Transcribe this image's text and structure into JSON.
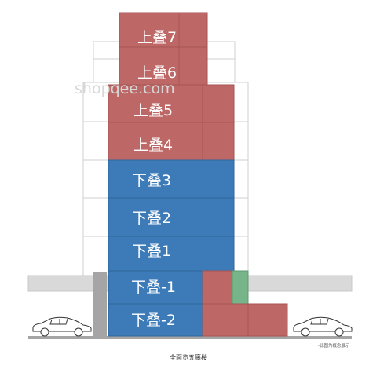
{
  "diagram": {
    "floors": [
      {
        "label": "上叠7",
        "kind": "upper"
      },
      {
        "label": "上叠6",
        "kind": "upper"
      },
      {
        "label": "上叠5",
        "kind": "upper"
      },
      {
        "label": "上叠4",
        "kind": "upper"
      },
      {
        "label": "下叠3",
        "kind": "lower"
      },
      {
        "label": "下叠2",
        "kind": "lower"
      },
      {
        "label": "下叠1",
        "kind": "lower"
      },
      {
        "label": "下叠-1",
        "kind": "lower"
      },
      {
        "label": "下叠-2",
        "kind": "lower"
      }
    ],
    "caption": "全面览五廛楼",
    "note": "-此图为概念展示",
    "watermark": "shopqee.com"
  },
  "colors": {
    "upper": "#bd6766",
    "lower": "#3c7ab8",
    "green_accent": "#78b489",
    "ground": "#a5a5a5",
    "outline": "#cfcfcf",
    "car_outline": "#333333"
  },
  "icons": [
    "car-icon",
    "car-icon"
  ]
}
